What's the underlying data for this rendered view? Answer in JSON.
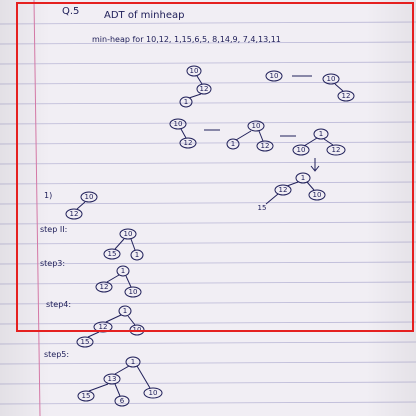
{
  "page": {
    "question": "Q.5",
    "title": "ADT of minheap",
    "subtitle": "min-heap for 10,12, 1,15,6,5, 8,14,9, 7,4,13,11"
  },
  "steps": {
    "s1": "1)",
    "s2": "step II:",
    "s3": "step3:",
    "s4": "step4:",
    "s5": "step5:"
  },
  "nodes": {
    "n10": "10",
    "n12": "12",
    "n1": "1",
    "n15": "15",
    "n6": "6",
    "n13": "13",
    "n10b": "10",
    "n15b": "15"
  },
  "colors": {
    "ink": "#20205a",
    "rule": "#b9b6d6",
    "margin": "#d77aa8",
    "selection": "#e52020"
  }
}
